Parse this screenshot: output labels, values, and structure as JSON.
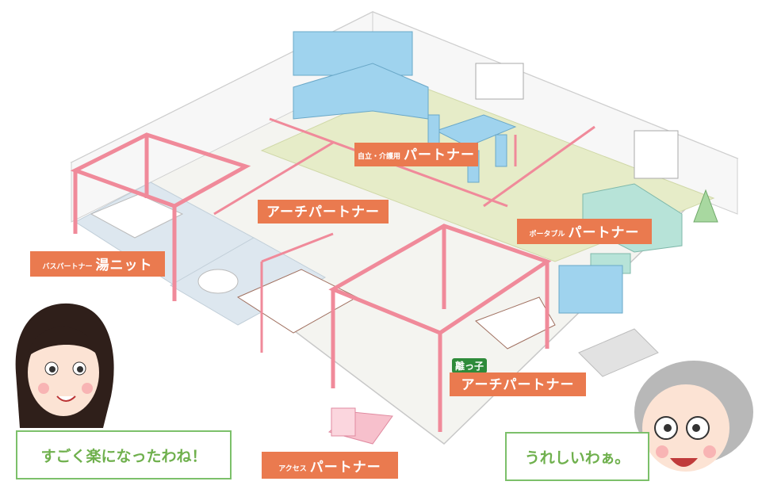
{
  "labels": {
    "arch_top": "アーチパートナー",
    "jiritsu_small": "自立・介護用",
    "jiritsu_big": "パートナー",
    "portable_small": "ポータブル",
    "portable_big": "パートナー",
    "bath_small": "バスパートナー",
    "bath_big": "湯ニット",
    "hanare_badge": "離っ子",
    "arch_bottom": "アーチパートナー",
    "access_small": "アクセス",
    "access_big": "パートナー"
  },
  "speech": {
    "left": "すごく楽になったわね！",
    "right": "うれしいわぁ。"
  },
  "colors": {
    "accent_orange": "#ea7a4f",
    "rail_pink": "#f08a9a",
    "speech_green": "#6fb04d",
    "furniture_blue": "#9fd3ee",
    "floor_green": "#e6ecc8"
  }
}
